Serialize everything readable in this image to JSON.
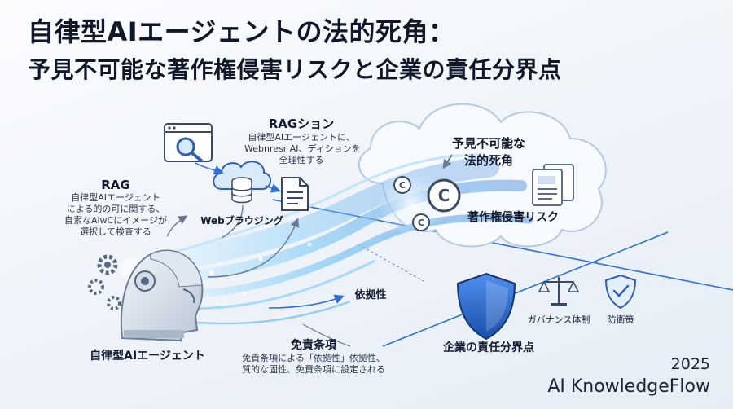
{
  "title": {
    "line1": "自律型AIエージェントの法的死角：",
    "line2": "予見不可能な著作権侵害リスクと企業の責任分界点"
  },
  "nodes": {
    "rag_session": {
      "heading": "RAGション",
      "desc1": "自律型AIエージェントに、",
      "desc2": "Webnresr AI、ディションを",
      "desc3": "全理性する"
    },
    "rag": {
      "heading": "RAG",
      "desc1": "自律型AIエージェント",
      "desc2": "による的の可に関する、",
      "desc3": "自素なAiwCにイメージが",
      "desc4": "選択して検査する"
    },
    "web_browsing": "Webブラウジング",
    "agent": "自律型AIエージェント",
    "cloud_heading1": "予見不可能な",
    "cloud_heading2": "法的死角",
    "copyright_risk": "著作権侵害リスク",
    "dependency": "依拠性",
    "disclaimer": {
      "heading": "免責条項",
      "desc1": "免責条項による「依拠性」依拠性、",
      "desc2": "質的な固性、免責条項に設定される"
    },
    "boundary": "企業の責任分界点",
    "governance": "ガバナンス体制",
    "defense": "防衛策"
  },
  "footer": {
    "year": "2025",
    "brand": "AI KnowledgeFlow"
  },
  "colors": {
    "accent": "#2f6fd6",
    "stream": "#7fc6f5",
    "shield": "#2a64c8",
    "title": "#0f1728"
  }
}
